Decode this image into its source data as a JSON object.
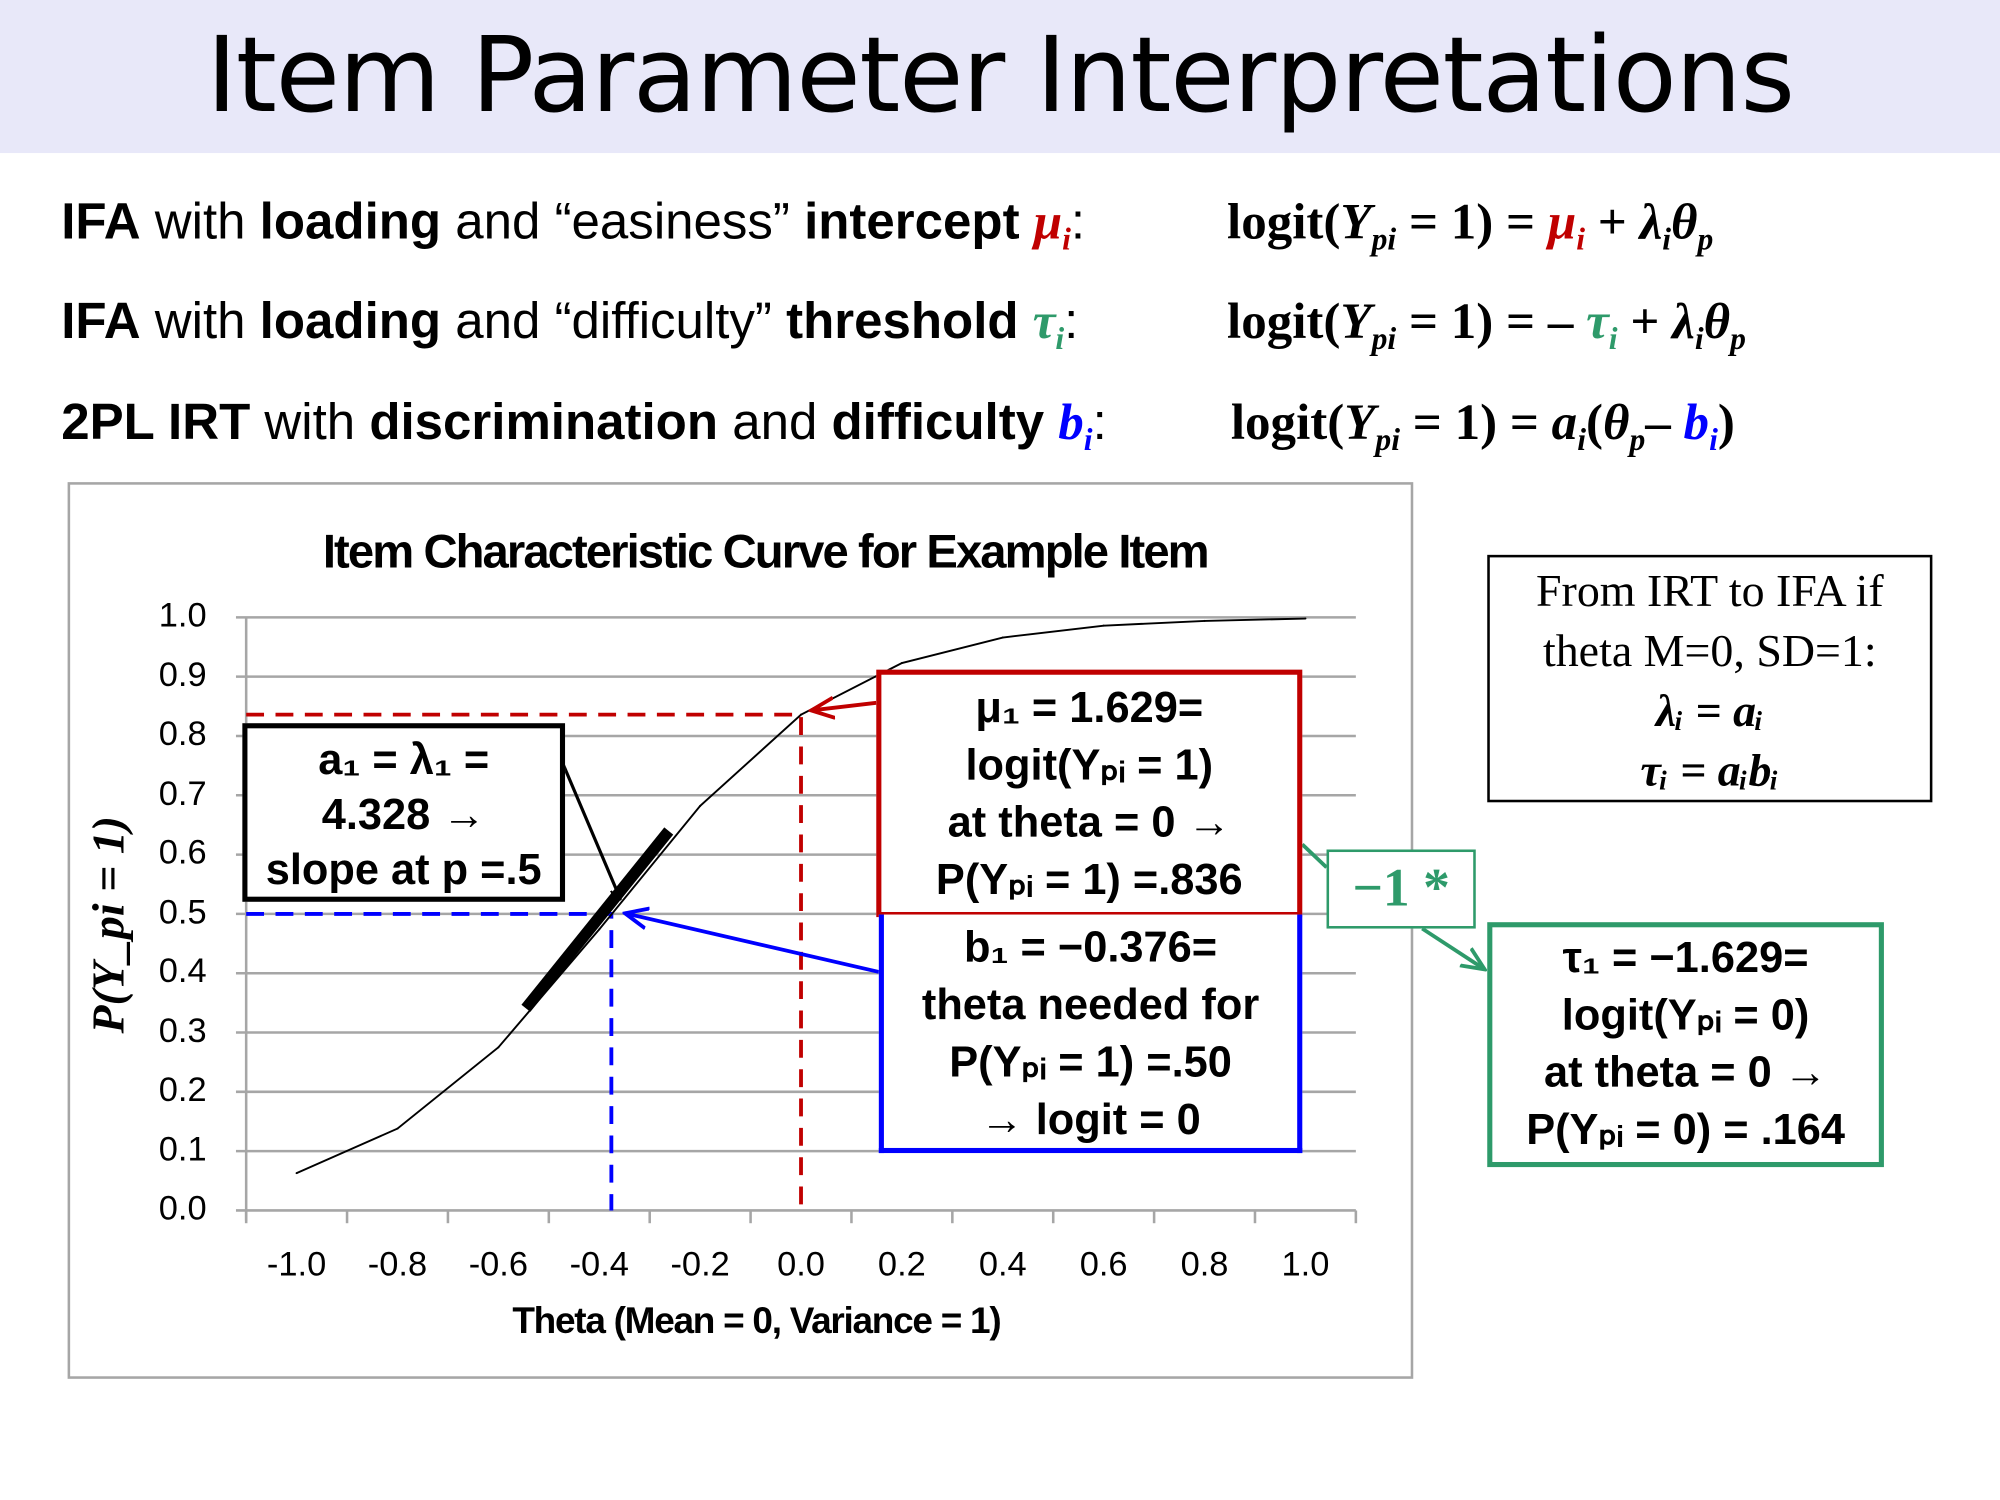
{
  "header": {
    "title": "Item Parameter Interpretations"
  },
  "equations": [
    {
      "left": [
        {
          "t": "IFA",
          "c": "b"
        },
        {
          "t": " with ",
          "c": "n"
        },
        {
          "t": "loading",
          "c": "b"
        },
        {
          "t": " and “easiness” ",
          "c": "n"
        },
        {
          "t": "intercept ",
          "c": "b"
        },
        {
          "t": "μ",
          "c": "m",
          "color": "#c00000"
        },
        {
          "t": "i",
          "c": "sub",
          "color": "#c00000"
        },
        {
          "t": ":",
          "c": "n"
        }
      ],
      "right": [
        {
          "t": "logit(",
          "c": "r"
        },
        {
          "t": "Y",
          "c": "m"
        },
        {
          "t": "pi",
          "c": "sub"
        },
        {
          "t": " = 1) =  ",
          "c": "r"
        },
        {
          "t": "μ",
          "c": "m",
          "color": "#c00000"
        },
        {
          "t": "i",
          "c": "sub",
          "color": "#c00000"
        },
        {
          "t": " + ",
          "c": "r"
        },
        {
          "t": "λ",
          "c": "m"
        },
        {
          "t": "i",
          "c": "sub"
        },
        {
          "t": "θ",
          "c": "m"
        },
        {
          "t": "p",
          "c": "sub"
        }
      ]
    },
    {
      "left": [
        {
          "t": "IFA",
          "c": "b"
        },
        {
          "t": " with ",
          "c": "n"
        },
        {
          "t": "loading",
          "c": "b"
        },
        {
          "t": " and “difficulty” ",
          "c": "n"
        },
        {
          "t": "threshold ",
          "c": "b"
        },
        {
          "t": "τ",
          "c": "m",
          "color": "#2e9a6a"
        },
        {
          "t": "i",
          "c": "sub",
          "color": "#2e9a6a"
        },
        {
          "t": ":",
          "c": "n"
        }
      ],
      "right": [
        {
          "t": "logit(",
          "c": "r"
        },
        {
          "t": "Y",
          "c": "m"
        },
        {
          "t": "pi",
          "c": "sub"
        },
        {
          "t": " = 1) = – ",
          "c": "r"
        },
        {
          "t": "τ",
          "c": "m",
          "color": "#2e9a6a"
        },
        {
          "t": "i",
          "c": "sub",
          "color": "#2e9a6a"
        },
        {
          "t": " + ",
          "c": "r"
        },
        {
          "t": "λ",
          "c": "m"
        },
        {
          "t": "i",
          "c": "sub"
        },
        {
          "t": "θ",
          "c": "m"
        },
        {
          "t": "p",
          "c": "sub"
        }
      ]
    },
    {
      "left": [
        {
          "t": "2PL IRT",
          "c": "b"
        },
        {
          "t": " with ",
          "c": "n"
        },
        {
          "t": "discrimination",
          "c": "b"
        },
        {
          "t": " and ",
          "c": "n"
        },
        {
          "t": "difficulty ",
          "c": "b"
        },
        {
          "t": "b",
          "c": "m",
          "color": "#0000ff"
        },
        {
          "t": "i",
          "c": "sub",
          "color": "#0000ff"
        },
        {
          "t": ":",
          "c": "n"
        }
      ],
      "right": [
        {
          "t": "logit(",
          "c": "r"
        },
        {
          "t": "Y",
          "c": "m"
        },
        {
          "t": "pi",
          "c": "sub"
        },
        {
          "t": " = 1) =  ",
          "c": "r"
        },
        {
          "t": "a",
          "c": "m"
        },
        {
          "t": "i",
          "c": "sub"
        },
        {
          "t": "(",
          "c": "r"
        },
        {
          "t": "θ",
          "c": "m"
        },
        {
          "t": "p",
          "c": "sub"
        },
        {
          "t": "– ",
          "c": "r"
        },
        {
          "t": "b",
          "c": "m",
          "color": "#0000ff"
        },
        {
          "t": "i",
          "c": "sub",
          "color": "#0000ff"
        },
        {
          "t": ")",
          "c": "r"
        }
      ]
    }
  ],
  "chart_data": {
    "type": "line",
    "title": "Item Characteristic Curve for Example Item",
    "xlabel": "Theta (Mean = 0, Variance = 1)",
    "ylabel": "P(Y_pi = 1)",
    "categories": [
      "-1.0",
      "-0.8",
      "-0.6",
      "-0.4",
      "-0.2",
      "0.0",
      "0.2",
      "0.4",
      "0.6",
      "0.8",
      "1.0"
    ],
    "x": [
      -1.0,
      -0.8,
      -0.6,
      -0.4,
      -0.2,
      0.0,
      0.2,
      0.4,
      0.6,
      0.8,
      1.0
    ],
    "values": [
      0.063,
      0.138,
      0.275,
      0.474,
      0.682,
      0.836,
      0.923,
      0.966,
      0.986,
      0.994,
      0.998
    ],
    "ylim": [
      0,
      1
    ],
    "yticks": [
      "0.0",
      "0.1",
      "0.2",
      "0.3",
      "0.4",
      "0.5",
      "0.6",
      "0.7",
      "0.8",
      "0.9",
      "1.0"
    ],
    "grid": true,
    "reference_lines": {
      "p_at_theta0": 0.836,
      "b1": -0.376,
      "p_half": 0.5
    },
    "tangent_slope_label": "4.328",
    "colors": {
      "curve": "#000000",
      "red": "#c00000",
      "blue": "#0000ff",
      "green": "#2e9a6a",
      "grid": "#a6a6a6"
    }
  },
  "annotations": {
    "loading_box": [
      "a₁ = λ₁ =",
      "4.328 →",
      "slope at p =.5"
    ],
    "intercept_box": [
      "μ₁ = 1.629=",
      "logit(Yₚᵢ = 1)",
      "at theta = 0 →",
      "P(Yₚᵢ = 1) =.836"
    ],
    "difficulty_box": [
      "b₁ = −0.376=",
      "theta needed for",
      "P(Yₚᵢ = 1) =.50",
      "→ logit = 0"
    ],
    "conversion_box": [
      "From IRT to IFA if",
      "theta M=0, SD=1:",
      "λᵢ = aᵢ",
      "τᵢ = aᵢbᵢ"
    ],
    "negate_label": "−1 *",
    "threshold_box": [
      "τ₁ = −1.629=",
      "logit(Yₚᵢ = 0)",
      "at theta = 0 →",
      "P(Yₚᵢ = 0) = .164"
    ]
  }
}
